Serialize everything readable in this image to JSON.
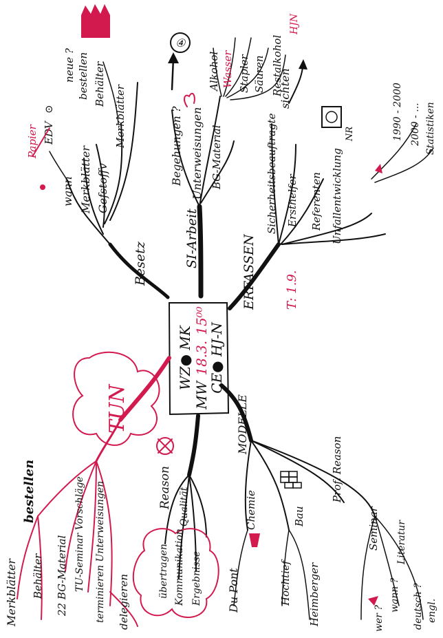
{
  "center": {
    "line1": "WZ●  MK",
    "line2_a": "MW",
    "line2_b": "18.3.",
    "line2_c": "15⁰⁰",
    "line3": "CE●   HJ-N"
  },
  "branches": {
    "besetzen": {
      "main": "Besetz",
      "subs": [
        "wann",
        "Merkblätter",
        "Gefstoffv",
        "Behälter",
        "Merkblätter",
        "bestellen",
        "neue ?"
      ],
      "extras": [
        "Papier",
        "EDV",
        "⊙"
      ]
    },
    "si_arbeit": {
      "main": "SI-Arbeit",
      "subs": [
        "Begehungen ?",
        "Unterweisungen",
        "BG-Material",
        "Alkohol",
        "Wasser",
        "Stapler",
        "Säuren",
        "Restalkohol"
      ],
      "extras": [
        "④",
        "HJN"
      ]
    },
    "erfassen": {
      "main": "ERFASSEN",
      "subs": [
        "sichten",
        "Sicherheitsbeauftragte",
        "Ersthelfer",
        "Referenten",
        "Unfallentwicklung",
        "1990 - 2000",
        "2000 - ...",
        "Statistiken",
        "NR"
      ],
      "extras": [
        "T: 1.9."
      ]
    },
    "tun": {
      "main": "TUN",
      "subs": [
        "Merkblätter",
        "bestellen",
        "Behälter",
        "22 BG-Material",
        "TU-Seminar Vorschläge",
        "terminieren Unterweisungen",
        "delegieren"
      ]
    },
    "reason": {
      "main": "Reason",
      "subs": [
        "übertragen",
        "Kommunikation",
        "Ergebnisse",
        "Qualität"
      ]
    },
    "modelle": {
      "main": "MODELLE",
      "subs": [
        "Chemie",
        "Du Pont",
        "Bau",
        "Hochtief",
        "Heimberger",
        "Prof. Reason",
        "Seminar",
        "wer ?",
        "wann ?",
        "Literatur",
        "deutsch ?",
        "engl."
      ]
    }
  },
  "colors": {
    "ink": "#111111",
    "accent": "#d21a4e"
  }
}
